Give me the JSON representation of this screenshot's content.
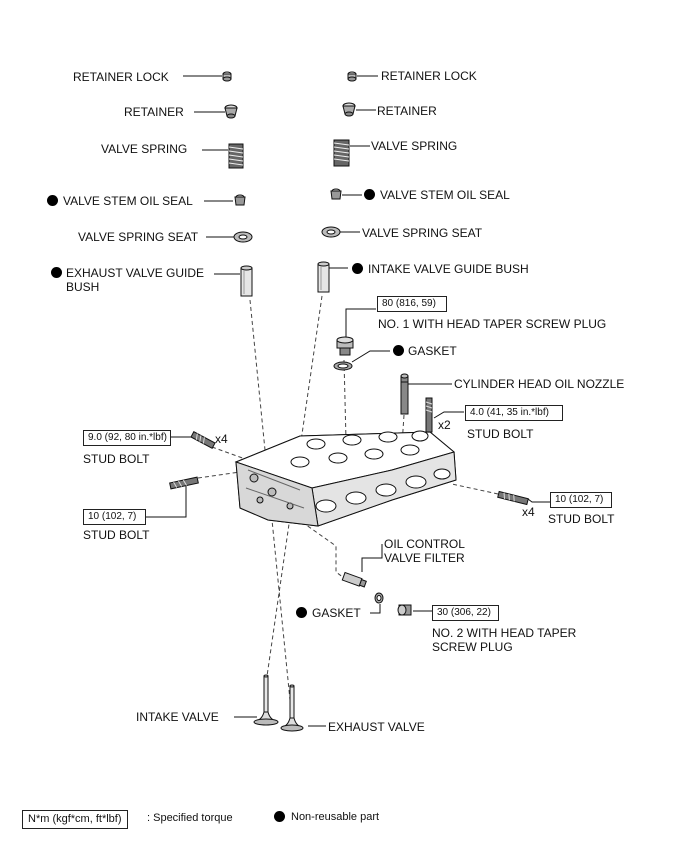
{
  "labels": {
    "retainer_lock_left": "RETAINER LOCK",
    "retainer_lock_right": "RETAINER LOCK",
    "retainer_left": "RETAINER",
    "retainer_right": "RETAINER",
    "valve_spring_left": "VALVE SPRING",
    "valve_spring_right": "VALVE SPRING",
    "valve_stem_oil_seal_left": "VALVE STEM OIL SEAL",
    "valve_stem_oil_seal_right": "VALVE STEM OIL SEAL",
    "valve_spring_seat_left": "VALVE SPRING SEAT",
    "valve_spring_seat_right": "VALVE SPRING SEAT",
    "exhaust_guide_line1": "EXHAUST VALVE GUIDE",
    "exhaust_guide_line2": "BUSH",
    "intake_guide": "INTAKE VALVE GUIDE BUSH",
    "no1_plug": "NO. 1 WITH HEAD TAPER SCREW PLUG",
    "gasket_upper": "GASKET",
    "oil_nozzle": "CYLINDER HEAD OIL NOZZLE",
    "stud_bolt_right_upper": "STUD BOLT",
    "stud_bolt_left_upper": "STUD BOLT",
    "stud_bolt_left_lower": "STUD BOLT",
    "stud_bolt_right_lower": "STUD BOLT",
    "ocv_filter_line1": "OIL CONTROL",
    "ocv_filter_line2": "VALVE FILTER",
    "gasket_lower": "GASKET",
    "no2_plug_line1": "NO. 2 WITH HEAD TAPER",
    "no2_plug_line2": "SCREW PLUG",
    "intake_valve": "INTAKE VALVE",
    "exhaust_valve": "EXHAUST VALVE"
  },
  "quantities": {
    "x4_left": "x4",
    "x2": "x2",
    "x4_right": "x4"
  },
  "torques": {
    "no1_plug": "80 (816, 59)",
    "stud_right_upper": "4.0 (41, 35 in.*lbf)",
    "stud_left_upper": "9.0 (92, 80 in.*lbf)",
    "stud_left_lower": "10 (102, 7)",
    "stud_right_lower": "10 (102, 7)",
    "no2_plug": "30 (306, 22)"
  },
  "legend": {
    "torque_box": "N*m (kgf*cm, ft*lbf)",
    "torque_text": ": Specified torque",
    "nonreusable_text": "Non-reusable part"
  }
}
